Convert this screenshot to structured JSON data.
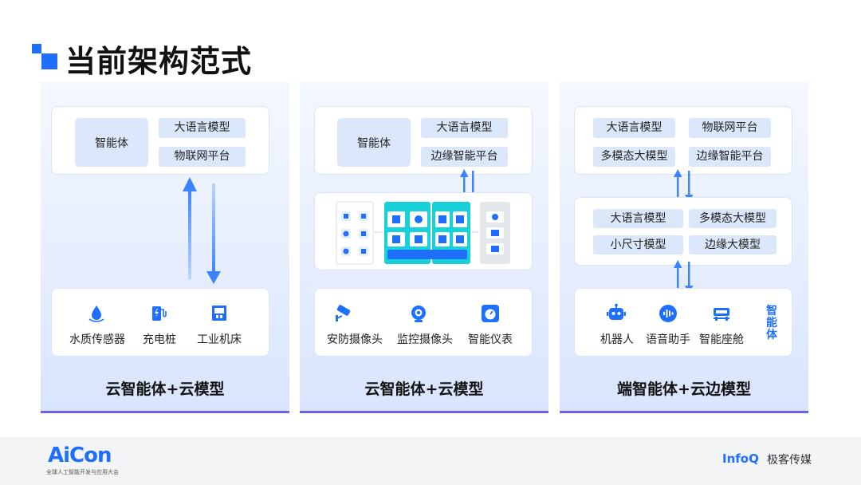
{
  "title": "当前架构范式",
  "panels": [
    {
      "agent": "智能体",
      "chips": [
        "大语言模型",
        "物联网平台"
      ],
      "devices": [
        "水质传感器",
        "充电桩",
        "工业机床"
      ],
      "caption": "云智能体+云模型"
    },
    {
      "agent": "智能体",
      "chips": [
        "大语言模型",
        "边缘智能平台"
      ],
      "devices": [
        "安防摄像头",
        "监控摄像头",
        "智能仪表"
      ],
      "caption": "云智能体+云模型"
    },
    {
      "top_chips": [
        "大语言模型",
        "物联网平台",
        "多模态大模型",
        "边缘智能平台"
      ],
      "mid_chips": [
        "大语言模型",
        "多模态大模型",
        "小尺寸模型",
        "边缘大模型"
      ],
      "devices": [
        "机器人",
        "语音助手",
        "智能座舱"
      ],
      "vertical_label": "智能体",
      "caption": "端智能体+云边模型"
    }
  ],
  "footer": {
    "logo": "AiCon",
    "logo_sub": "全球人工智能开发与应用大会",
    "brand_en": "InfoQ",
    "brand_cn": "极客传媒"
  },
  "colors": {
    "accent": "#1f6fff",
    "chip": "#dbe7fb",
    "teal": "#17d1d9",
    "underline": "#6f62e6"
  }
}
